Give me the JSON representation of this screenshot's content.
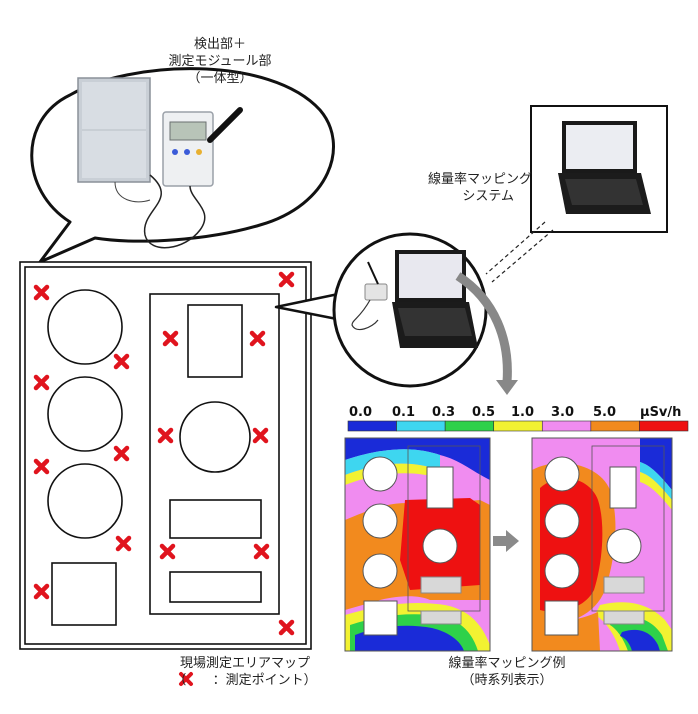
{
  "device_label": {
    "line1": "検出部＋",
    "line2": "測定モジュール部",
    "line3": "（一体型）"
  },
  "system_label": {
    "line1": "線量率マッピング",
    "line2": "システム"
  },
  "map_label": {
    "line1": "現場測定エリアマップ",
    "line2_prefix": "（",
    "line2_suffix": "：測定ポイント）"
  },
  "mapping_label": {
    "line1": "線量率マッピング例",
    "line2": "（時系列表示）"
  },
  "color_scale": {
    "unit": "μSv/h",
    "ticks": [
      "0.0",
      "0.1",
      "0.3",
      "0.5",
      "1.0",
      "3.0",
      "5.0"
    ],
    "colors": [
      "#1a2bd8",
      "#3ed6f0",
      "#2ed14a",
      "#f2f232",
      "#f08cf0",
      "#f28a1e",
      "#ee1111"
    ]
  },
  "colors": {
    "marker": "#e0141e",
    "line": "#111111",
    "arrow": "#8a8a8a"
  },
  "icons": [
    "measurement-point-x-icon",
    "laptop-icon",
    "sensor-device-icon",
    "arrow-right-icon"
  ]
}
